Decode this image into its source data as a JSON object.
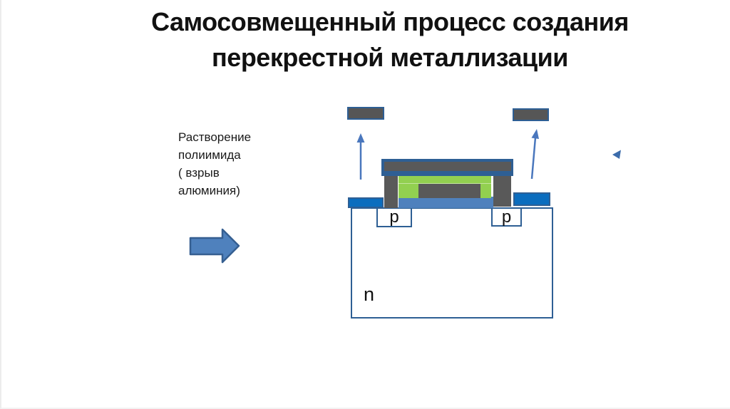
{
  "slide": {
    "title_lines": [
      "Самосовмещенный процесс создания",
      "перекрестной металлизации"
    ],
    "caption": "Растворение\nполиимида\n( взрыв\nалюминия)"
  },
  "diagram": {
    "labels": {
      "p_left": "p",
      "p_right": "p",
      "substrate": "n"
    },
    "icons": {
      "step_arrow": "right-block-arrow",
      "liftoff_arrows": "thin-up-arrow",
      "pointer": "small-left-triangle"
    },
    "colors": {
      "polyimide_green": "#92d050",
      "metal_gray": "#595959",
      "frame_blue": "#2e5f94",
      "oxide_blue": "#0b6dbe",
      "via_blue": "#4f81bd",
      "arrow_blue": "#4a77bd",
      "title_black": "#111111"
    }
  }
}
